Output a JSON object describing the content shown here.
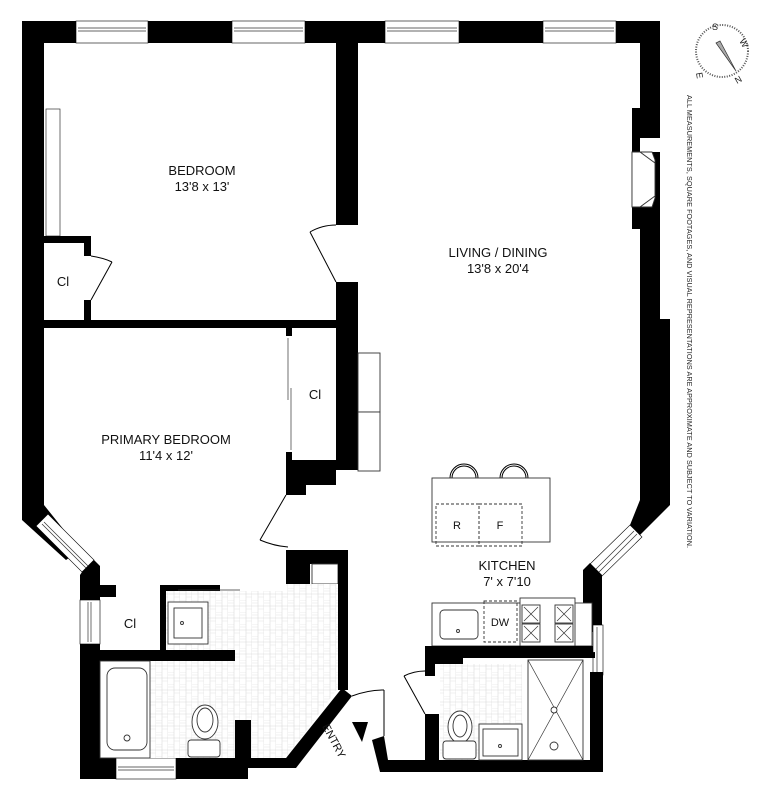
{
  "floorplan": {
    "rooms": [
      {
        "id": "bedroom",
        "name": "BEDROOM",
        "dims": "13'8 x 13'"
      },
      {
        "id": "living-dining",
        "name": "LIVING / DINING",
        "dims": "13'8 x 20'4"
      },
      {
        "id": "primary-bedroom",
        "name": "PRIMARY BEDROOM",
        "dims": "11'4 x 12'"
      },
      {
        "id": "kitchen",
        "name": "KITCHEN",
        "dims": "7' x 7'10"
      }
    ],
    "closets": [
      {
        "id": "closet-bedroom",
        "label": "Cl"
      },
      {
        "id": "closet-primary",
        "label": "Cl"
      },
      {
        "id": "closet-hall",
        "label": "Cl"
      }
    ],
    "appliances": {
      "refrigerator": "R",
      "freezer": "F",
      "dishwasher": "DW"
    },
    "entry_label": "ENTRY",
    "compass": {
      "letters": [
        "S",
        "W",
        "N",
        "E"
      ]
    },
    "disclaimer": "ALL MEASUREMENTS, SQUARE FOOTAGES, AND VISUAL REPRESENTATIONS ARE APPROXIMATE AND SUBJECT TO VARIATION.",
    "colors": {
      "wall": "#000000",
      "background": "#ffffff",
      "tile": "#d9d9d9"
    }
  }
}
